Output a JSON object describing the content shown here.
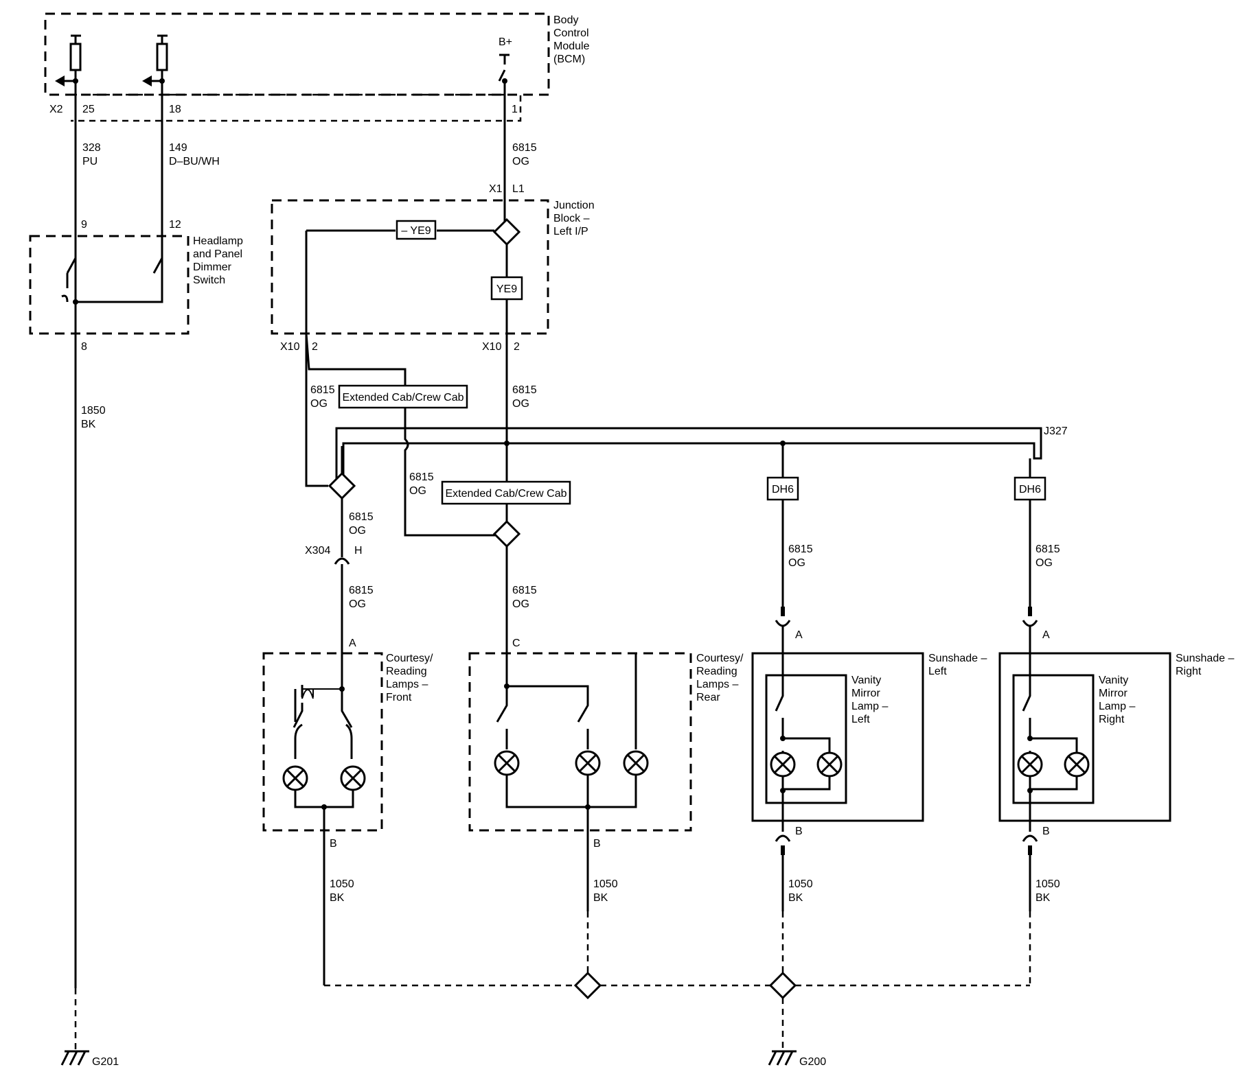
{
  "components": {
    "bcm": "Body Control Module (BCM)",
    "headlamp_switch": "Headlamp and Panel Dimmer Switch",
    "junction_block": "Junction Block – Left I/P",
    "courtesy_front": "Courtesy/ Reading Lamps – Front",
    "courtesy_rear": "Courtesy/ Reading Lamps – Rear",
    "sunshade_left": "Sunshade – Left",
    "sunshade_right": "Sunshade – Right",
    "vanity_left": "Vanity Mirror Lamp – Left",
    "vanity_right": "Vanity Mirror Lamp – Right"
  },
  "power": {
    "bplus": "B+"
  },
  "connectors": {
    "x2": "X2",
    "x1": "X1",
    "x10_left": "X10",
    "x10_right": "X10",
    "x304": "X304",
    "j327": "J327",
    "g201": "G201",
    "g200": "G200"
  },
  "pins": {
    "p25": "25",
    "p18": "18",
    "p1": "1",
    "l1": "L1",
    "p9": "9",
    "p12": "12",
    "p8": "8",
    "x10l_pin": "2",
    "x10r_pin": "2",
    "x304_pin": "H",
    "front_a": "A",
    "rear_c": "C",
    "sunL_a": "A",
    "sunR_a": "A",
    "front_b": "B",
    "rear_b": "B",
    "sunL_b": "B",
    "sunR_b": "B"
  },
  "wires": {
    "w328": {
      "circuit": "328",
      "color": "PU"
    },
    "w149": {
      "circuit": "149",
      "color": "D–BU/WH"
    },
    "w6815_top": {
      "circuit": "6815",
      "color": "OG"
    },
    "w1850": {
      "circuit": "1850",
      "color": "BK"
    },
    "w6815_x10l": {
      "circuit": "6815",
      "color": "OG"
    },
    "w6815_x10r": {
      "circuit": "6815",
      "color": "OG"
    },
    "w6815_cross": {
      "circuit": "6815",
      "color": "OG"
    },
    "w6815_front_up": {
      "circuit": "6815",
      "color": "OG"
    },
    "w6815_front_dn": {
      "circuit": "6815",
      "color": "OG"
    },
    "w6815_rear": {
      "circuit": "6815",
      "color": "OG"
    },
    "w6815_sunL": {
      "circuit": "6815",
      "color": "OG"
    },
    "w6815_sunR": {
      "circuit": "6815",
      "color": "OG"
    },
    "w1050_front": {
      "circuit": "1050",
      "color": "BK"
    },
    "w1050_rear": {
      "circuit": "1050",
      "color": "BK"
    },
    "w1050_sunL": {
      "circuit": "1050",
      "color": "BK"
    },
    "w1050_sunR": {
      "circuit": "1050",
      "color": "BK"
    }
  },
  "option_boxes": {
    "ye9_not": "– YE9",
    "ye9": "YE9",
    "ext_cab_1": "Extended Cab/Crew Cab",
    "ext_cab_2": "Extended Cab/Crew Cab",
    "dh6_left": "DH6",
    "dh6_right": "DH6"
  }
}
